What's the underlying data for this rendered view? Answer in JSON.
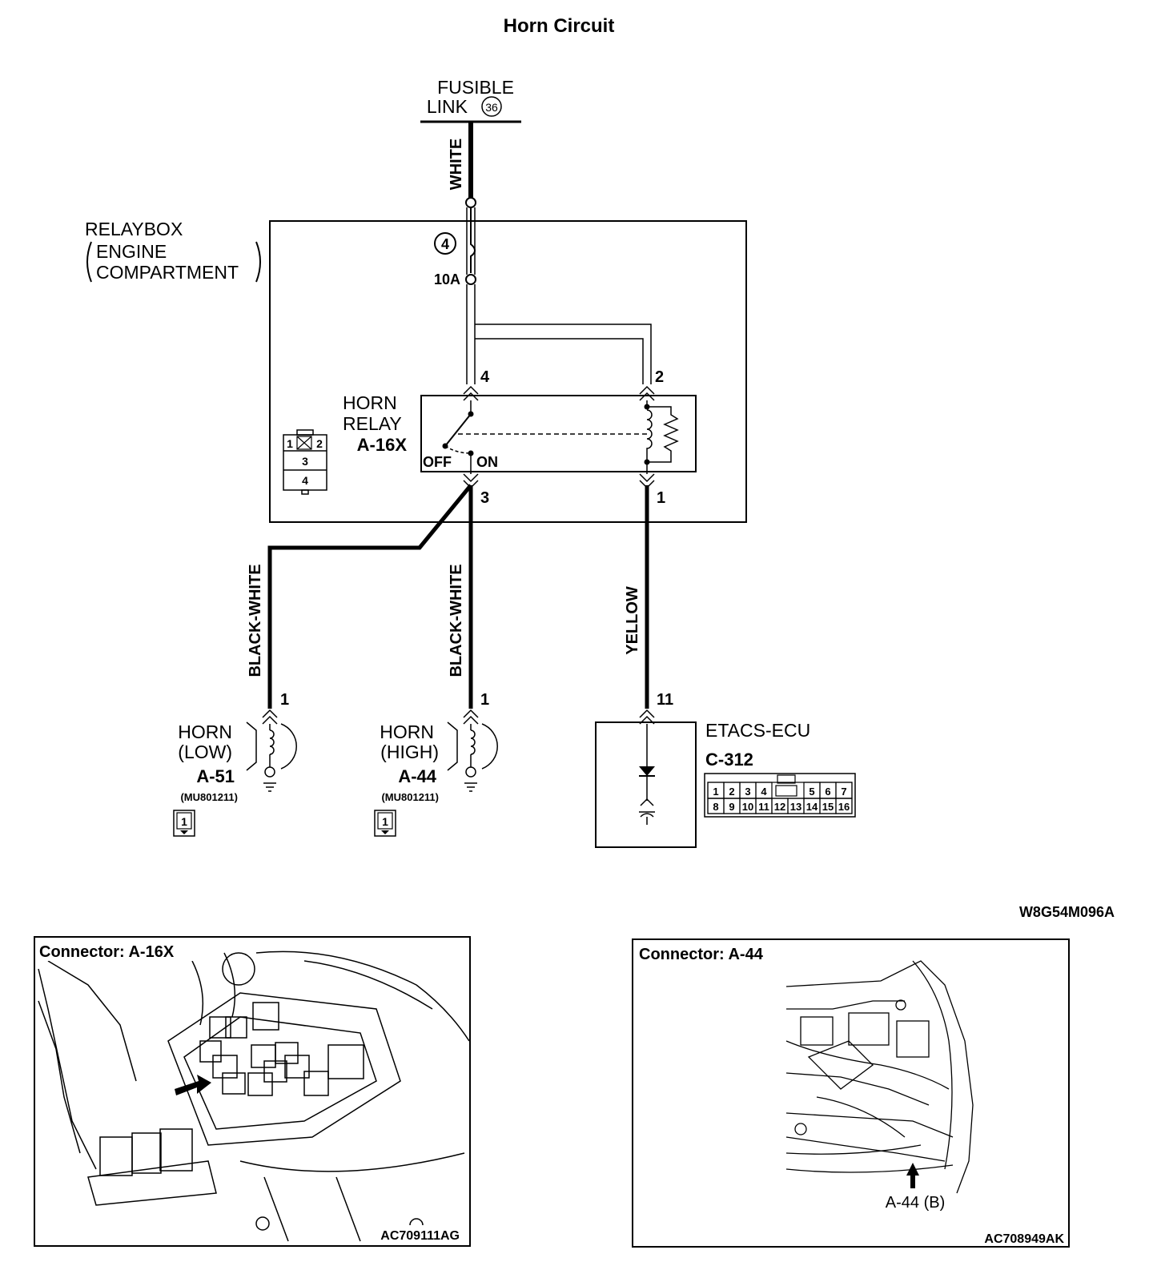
{
  "title": "Horn Circuit",
  "diagram_code": "W8G54M096A",
  "fusible_link": {
    "line1": "FUSIBLE",
    "line2": "LINK",
    "number": "36",
    "wire_color": "WHITE"
  },
  "relaybox": {
    "line1": "RELAYBOX",
    "line2": "ENGINE",
    "line3": "COMPARTMENT",
    "fuse_number": "4",
    "fuse_rating": "10A",
    "connector_pins": [
      "1",
      "2",
      "3",
      "4"
    ]
  },
  "horn_relay": {
    "line1": "HORN",
    "line2": "RELAY",
    "connector": "A-16X",
    "state_off": "OFF",
    "state_on": "ON",
    "pin_4": "4",
    "pin_2": "2",
    "pin_3": "3",
    "pin_1": "1"
  },
  "wires": {
    "left": "BLACK-WHITE",
    "middle": "BLACK-WHITE",
    "right": "YELLOW"
  },
  "horn_low": {
    "line1": "HORN",
    "line2": "(LOW)",
    "connector": "A-51",
    "part_no": "(MU801211)",
    "pin": "1",
    "connector_pin": "1"
  },
  "horn_high": {
    "line1": "HORN",
    "line2": "(HIGH)",
    "connector": "A-44",
    "part_no": "(MU801211)",
    "pin": "1",
    "connector_pin": "1"
  },
  "etacs": {
    "name": "ETACS-ECU",
    "connector": "C-312",
    "pin": "11",
    "top_pins": [
      "1",
      "2",
      "3",
      "4",
      "5",
      "6",
      "7"
    ],
    "bottom_pins": [
      "8",
      "9",
      "10",
      "11",
      "12",
      "13",
      "14",
      "15",
      "16"
    ]
  },
  "panel_left": {
    "label": "Connector: A-16X",
    "code": "AC709111AG"
  },
  "panel_right": {
    "label": "Connector: A-44",
    "code": "AC708949AK",
    "callout": "A-44 (B)"
  }
}
